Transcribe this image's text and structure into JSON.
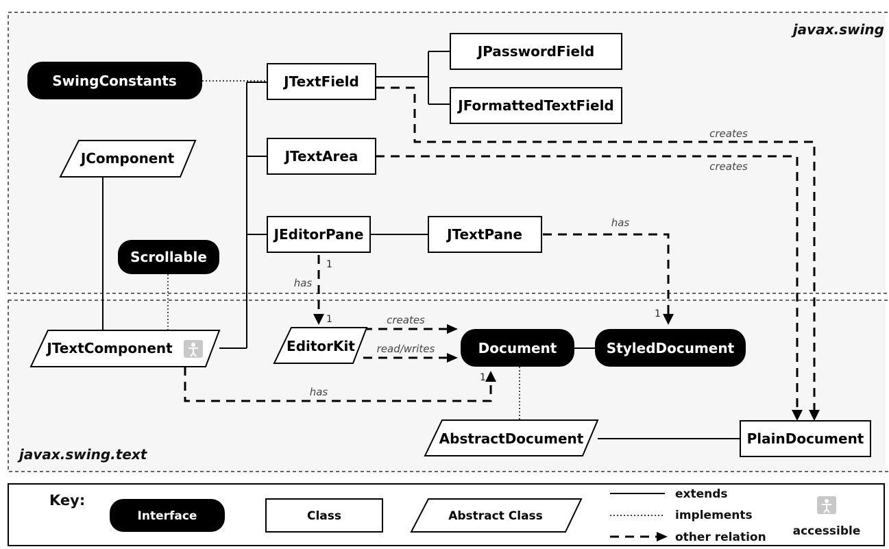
{
  "packages": {
    "swing": "javax.swing",
    "text": "javax.swing.text"
  },
  "nodes": {
    "swingconstants": {
      "label": "SwingConstants",
      "kind": "interface"
    },
    "jtextfield": {
      "label": "JTextField",
      "kind": "class"
    },
    "jpasswordfield": {
      "label": "JPasswordField",
      "kind": "class"
    },
    "jformattedtextfield": {
      "label": "JFormattedTextField",
      "kind": "class"
    },
    "jcomponent": {
      "label": "JComponent",
      "kind": "abstract"
    },
    "jtextarea": {
      "label": "JTextArea",
      "kind": "class"
    },
    "jeditorpane": {
      "label": "JEditorPane",
      "kind": "class"
    },
    "jtextpane": {
      "label": "JTextPane",
      "kind": "class"
    },
    "scrollable": {
      "label": "Scrollable",
      "kind": "interface"
    },
    "jtextcomponent": {
      "label": "JTextComponent",
      "kind": "abstract",
      "accessible": true
    },
    "editorkit": {
      "label": "EditorKit",
      "kind": "abstract"
    },
    "document": {
      "label": "Document",
      "kind": "interface"
    },
    "styleddocument": {
      "label": "StyledDocument",
      "kind": "interface"
    },
    "abstractdocument": {
      "label": "AbstractDocument",
      "kind": "abstract"
    },
    "plaindocument": {
      "label": "PlainDocument",
      "kind": "class"
    }
  },
  "relations": {
    "textfield_creates": "creates",
    "textarea_creates": "creates",
    "textpane_has": "has",
    "editorpane_has": "has",
    "editorkit_creates": "creates",
    "editorkit_readwrites": "read/writes",
    "textcomponent_has": "has"
  },
  "multiplicities": {
    "editorpane_top": "1",
    "editorkit_end": "1",
    "styleddoc_end": "1",
    "document_end": "1"
  },
  "legend": {
    "title": "Key:",
    "interface": "Interface",
    "class": "Class",
    "abstract": "Abstract Class",
    "extends": "extends",
    "implements": "implements",
    "other": "other relation",
    "accessible": "accessible"
  },
  "colors": {
    "interface_fill": "#000000",
    "class_fill": "#ffffff",
    "package_background": "#f6f6f6"
  }
}
